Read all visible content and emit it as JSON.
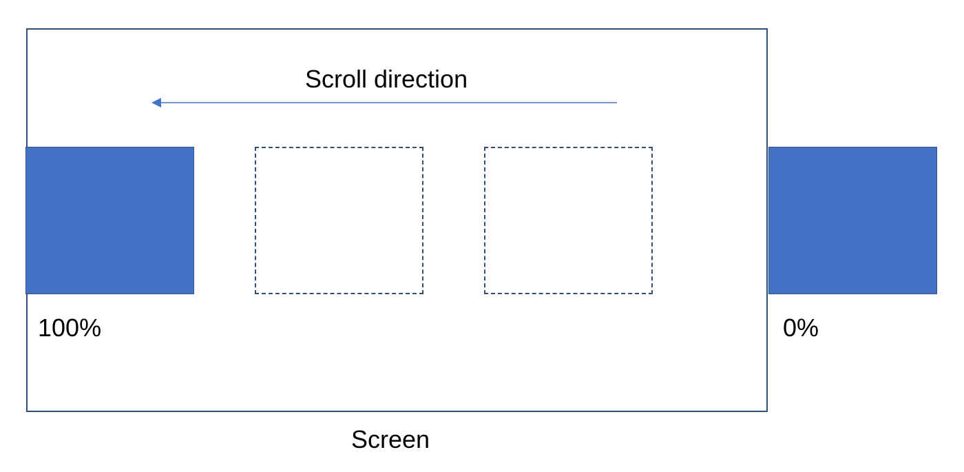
{
  "diagram": {
    "scroll_label": "Scroll direction",
    "start_percent": "100%",
    "end_percent": "0%",
    "screen_label": "Screen",
    "colors": {
      "solid_box_fill": "#4472c4",
      "solid_box_border": "#2f528f",
      "frame_border": "#2f4f7a",
      "arrow": "#4472c4"
    },
    "arrow_direction": "left"
  }
}
